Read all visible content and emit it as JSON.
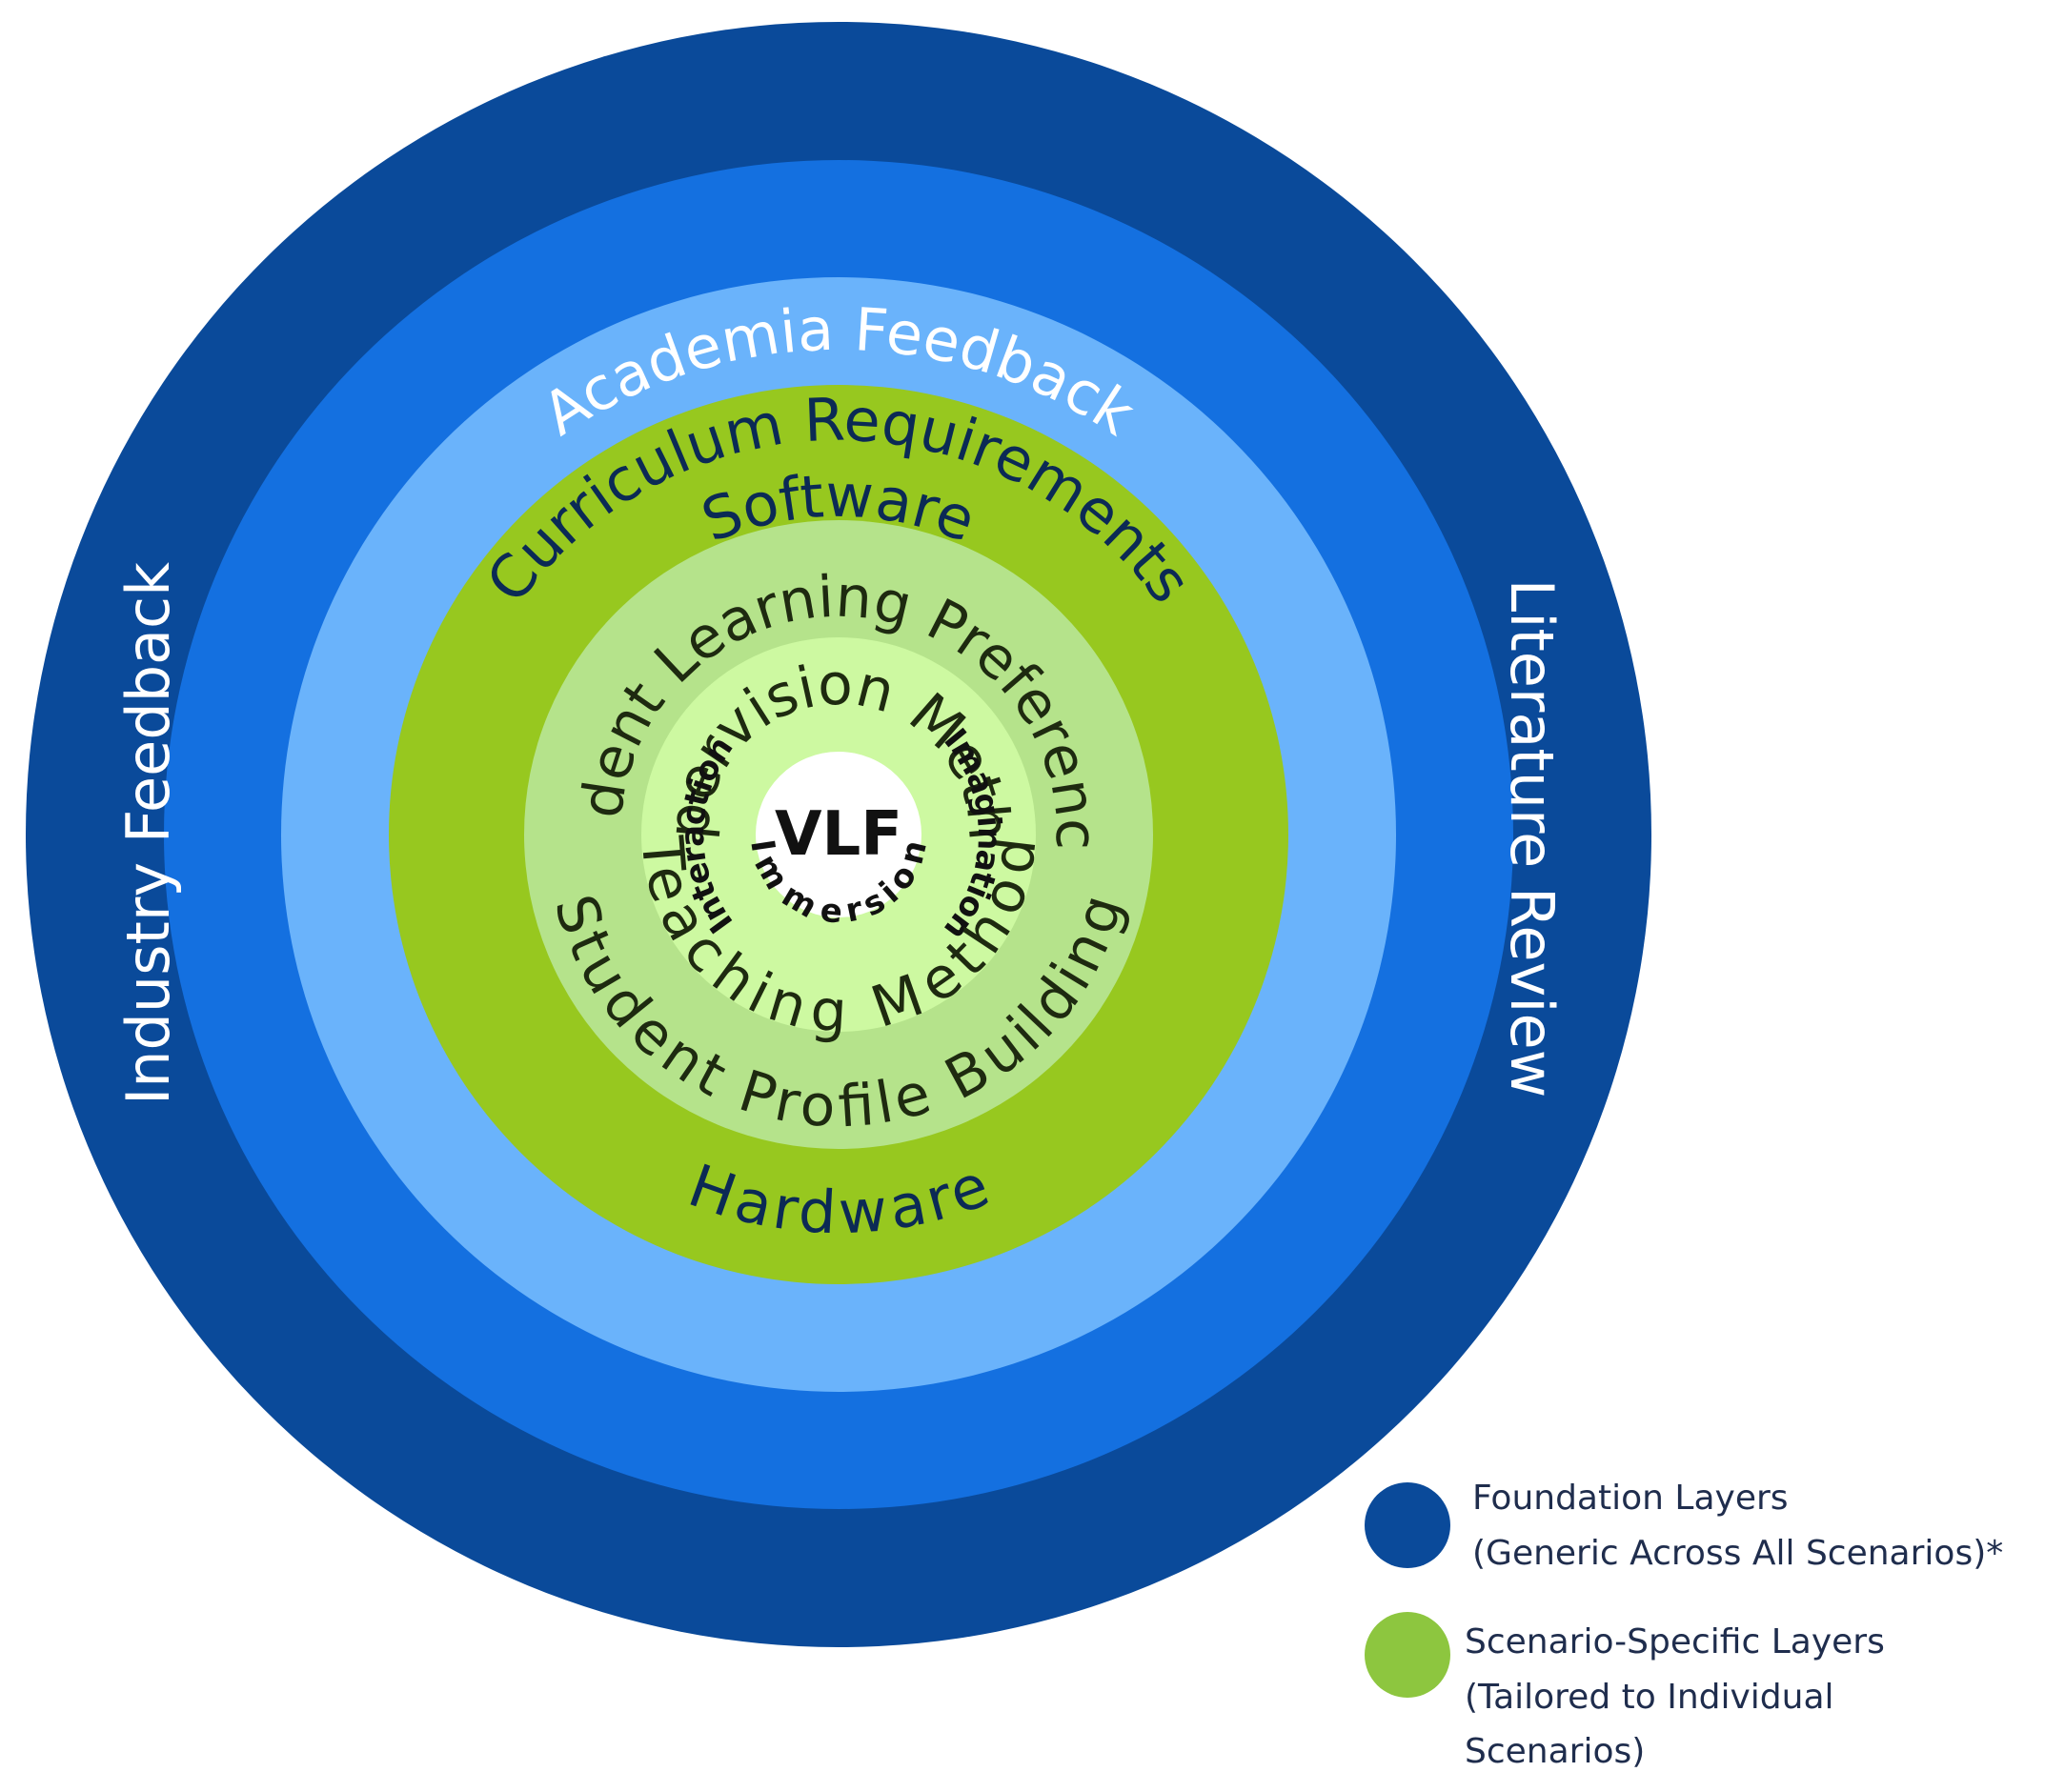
{
  "diagram": {
    "rings": [
      {
        "name": "outer-feedback-ring",
        "color": "#0a4a9a"
      },
      {
        "name": "curriculum-ring",
        "color": "#1470e0"
      },
      {
        "name": "software-hardware-ring",
        "color": "#6ab3fb"
      },
      {
        "name": "student-ring",
        "color": "#97c81f"
      },
      {
        "name": "method-ring",
        "color": "#b5e38b"
      },
      {
        "name": "elements-ring",
        "color": "#cdf9a1"
      },
      {
        "name": "center-circle",
        "color": "#ffffff"
      }
    ],
    "labels": {
      "academia_feedback": "Academia Feedback",
      "industry_feedback": "Industry Feedback",
      "literature_review": "Literature Review",
      "curriculum_requirements": "Curriculum Requirements",
      "software": "Software",
      "hardware": "Hardware",
      "student_learning_preferences": "Student Learning Preferences",
      "student_profile_building": "Student Profile Building",
      "supervision_method": "Supervision Method",
      "teaching_method": "Teaching Method",
      "interaction": "Interaction",
      "immersion": "Immersion",
      "imagination": "Imagination",
      "center": "VLF"
    }
  },
  "legend": {
    "foundation": {
      "color": "#0a4a9a",
      "line1": "Foundation Layers",
      "line2": "(Generic Across All Scenarios)*"
    },
    "scenario": {
      "color": "#8dc63f",
      "line1": "Scenario-Specific Layers",
      "line2": "(Tailored to Individual",
      "line3": "Scenarios)"
    }
  }
}
